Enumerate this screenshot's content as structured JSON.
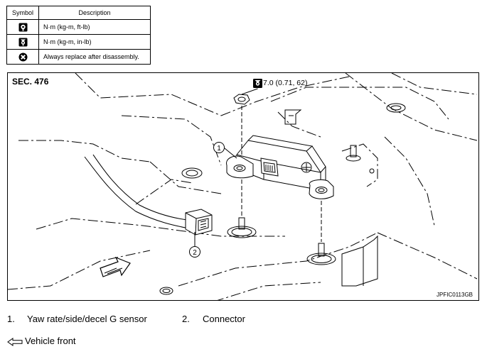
{
  "legend": {
    "header_symbol": "Symbol",
    "header_description": "Description",
    "rows": [
      {
        "icon": "torque-ft-lb-icon",
        "description": "N·m (kg-m, ft-lb)"
      },
      {
        "icon": "torque-in-lb-icon",
        "description": "N·m (kg-m, in-lb)"
      },
      {
        "icon": "always-replace-icon",
        "description": "Always replace after disassembly."
      }
    ]
  },
  "figure": {
    "section": "SEC. 476",
    "torque_spec": "7.0 (0.71, 62)",
    "callout_1": "1",
    "callout_2": "2",
    "figure_code": "JPFIC0113GB"
  },
  "parts": [
    {
      "number": "1.",
      "name": "Yaw rate/side/decel G sensor"
    },
    {
      "number": "2.",
      "name": "Connector"
    }
  ],
  "vehicle_front": "Vehicle front"
}
